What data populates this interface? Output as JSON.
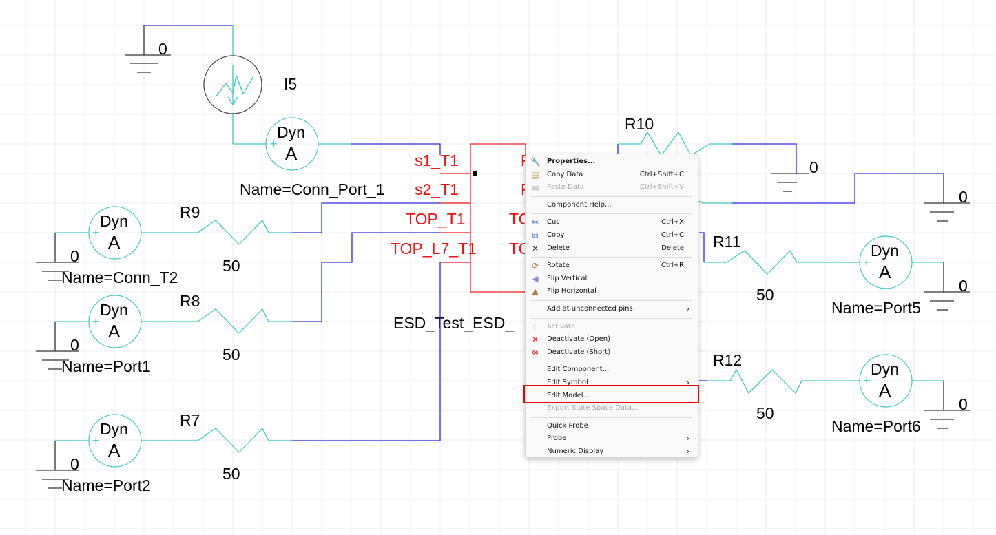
{
  "schematic": {
    "grounds": [
      {
        "id": "gnd-top-left",
        "label": "0"
      },
      {
        "id": "gnd-r10",
        "label": "0"
      },
      {
        "id": "gnd-right-top",
        "label": "0"
      },
      {
        "id": "gnd-port5",
        "label": "0"
      },
      {
        "id": "gnd-port6",
        "label": "0"
      },
      {
        "id": "gnd-conn-t2",
        "label": "0"
      },
      {
        "id": "gnd-port1",
        "label": "0"
      },
      {
        "id": "gnd-port2",
        "label": "0"
      }
    ],
    "current_source": {
      "label": "I5"
    },
    "ammeters": [
      {
        "top": "Dyn",
        "bottom": "A",
        "name": "Name=Conn_Port_1"
      },
      {
        "top": "Dyn",
        "bottom": "A",
        "name": "Name=Conn_T2"
      },
      {
        "top": "Dyn",
        "bottom": "A",
        "name": "Name=Port1"
      },
      {
        "top": "Dyn",
        "bottom": "A",
        "name": "Name=Port2"
      },
      {
        "top": "Dyn",
        "bottom": "A",
        "name": "Name=Port5"
      },
      {
        "top": "Dyn",
        "bottom": "A",
        "name": "Name=Port6"
      }
    ],
    "resistors": [
      {
        "name": "R9",
        "value": "50"
      },
      {
        "name": "R8",
        "value": "50"
      },
      {
        "name": "R7",
        "value": "50"
      },
      {
        "name": "R10",
        "value": ""
      },
      {
        "name": "R11",
        "value": "50"
      },
      {
        "name": "R12",
        "value": "50"
      }
    ],
    "block": {
      "left_pins": [
        "s1_T1",
        "s2_T1",
        "TOP_T1",
        "TOP_L7_T1"
      ],
      "right_pins_partial": [
        "P",
        "P",
        "TO",
        "TO"
      ],
      "name": "ESD_Test_ESD_"
    }
  },
  "context_menu": {
    "items": [
      {
        "label": "Properties...",
        "shortcut": "",
        "icon": "wrench-icon",
        "bold": true,
        "disabled": false,
        "submenu": false
      },
      {
        "label": "Copy Data",
        "shortcut": "Ctrl+Shift+C",
        "icon": "copy-data-icon",
        "disabled": false,
        "submenu": false
      },
      {
        "label": "Paste Data",
        "shortcut": "Ctrl+Shift+V",
        "icon": "paste-data-icon",
        "disabled": true,
        "submenu": false
      },
      {
        "sep": true
      },
      {
        "label": "Component Help...",
        "shortcut": "",
        "icon": "",
        "disabled": false,
        "submenu": false
      },
      {
        "sep": true
      },
      {
        "label": "Cut",
        "shortcut": "Ctrl+X",
        "icon": "scissors-icon",
        "disabled": false,
        "submenu": false
      },
      {
        "label": "Copy",
        "shortcut": "Ctrl+C",
        "icon": "copy-icon",
        "disabled": false,
        "submenu": false
      },
      {
        "label": "Delete",
        "shortcut": "Delete",
        "icon": "delete-x-icon",
        "disabled": false,
        "submenu": false
      },
      {
        "sep": true
      },
      {
        "label": "Rotate",
        "shortcut": "Ctrl+R",
        "icon": "rotate-icon",
        "disabled": false,
        "submenu": false
      },
      {
        "label": "Flip Vertical",
        "shortcut": "",
        "icon": "flip-vertical-icon",
        "disabled": false,
        "submenu": false
      },
      {
        "label": "Flip Horizontal",
        "shortcut": "",
        "icon": "flip-horizontal-icon",
        "disabled": false,
        "submenu": false
      },
      {
        "sep": true
      },
      {
        "label": "Add at unconnected pins",
        "shortcut": "",
        "icon": "",
        "disabled": false,
        "submenu": true
      },
      {
        "sep": true
      },
      {
        "label": "Activate",
        "shortcut": "",
        "icon": "activate-icon",
        "disabled": true,
        "submenu": false
      },
      {
        "label": "Deactivate (Open)",
        "shortcut": "",
        "icon": "deactivate-open-icon",
        "disabled": false,
        "submenu": false
      },
      {
        "label": "Deactivate (Short)",
        "shortcut": "",
        "icon": "deactivate-short-icon",
        "disabled": false,
        "submenu": false
      },
      {
        "sep": true
      },
      {
        "label": "Edit Component...",
        "shortcut": "",
        "icon": "",
        "disabled": false,
        "submenu": false
      },
      {
        "label": "Edit Symbol",
        "shortcut": "",
        "icon": "",
        "disabled": false,
        "submenu": true
      },
      {
        "label": "Edit Model...",
        "shortcut": "",
        "icon": "",
        "disabled": false,
        "submenu": false,
        "highlighted": true
      },
      {
        "label": "Export State Space Data...",
        "shortcut": "",
        "icon": "",
        "disabled": true,
        "submenu": false
      },
      {
        "sep": true
      },
      {
        "label": "Quick Probe",
        "shortcut": "",
        "icon": "",
        "disabled": false,
        "submenu": false
      },
      {
        "label": "Probe",
        "shortcut": "",
        "icon": "",
        "disabled": false,
        "submenu": true
      },
      {
        "label": "Numeric Display",
        "shortcut": "",
        "icon": "",
        "disabled": false,
        "submenu": true
      }
    ]
  },
  "colors": {
    "wire_blue": "#2a2adf",
    "wire_cyan": "#3cc7c7",
    "pin_red": "#ee1111",
    "highlight_red": "#ee0000"
  }
}
